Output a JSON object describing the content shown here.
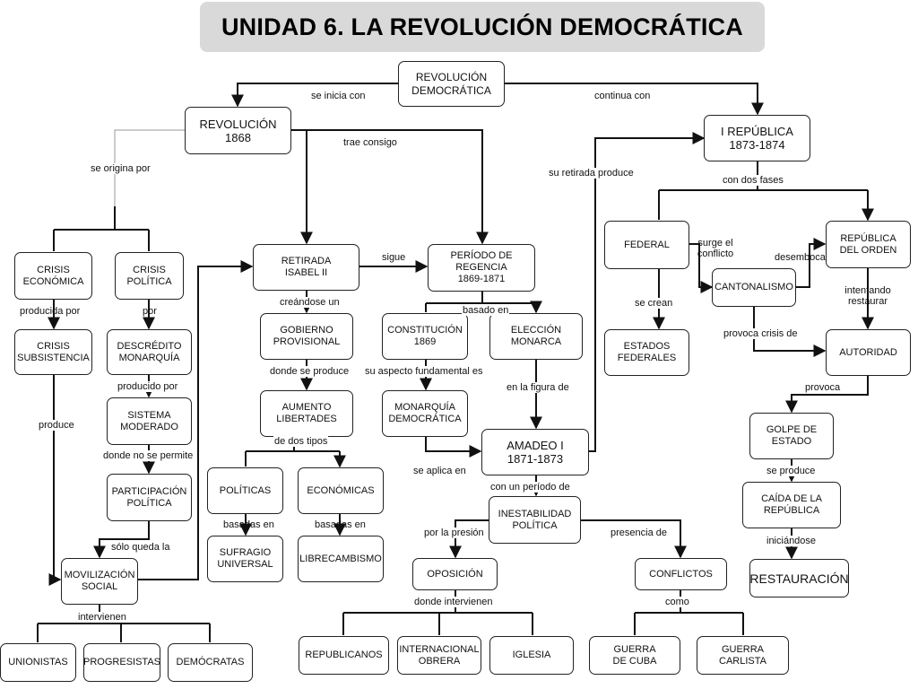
{
  "title": "UNIDAD 6. LA REVOLUCIÓN DEMOCRÁTICA",
  "nodes": {
    "revolucion_democratica": "REVOLUCIÓN\nDEMOCRÁTICA",
    "revolucion_1868": "REVOLUCIÓN\n1868",
    "i_republica": "I REPÚBLICA\n1873-1874",
    "crisis_economica": "CRISIS\nECONÓMICA",
    "crisis_politica": "CRISIS\nPOLÍTICA",
    "crisis_subsistencia": "CRISIS\nSUBSISTENCIA",
    "descredito_monarquia": "DESCRÉDITO\nMONARQUÍA",
    "sistema_moderado": "SISTEMA\nMODERADO",
    "participacion_politica": "PARTICIPACIÓN\nPOLÍTICA",
    "movilizacion_social": "MOVILIZACIÓN\nSOCIAL",
    "unionistas": "UNIONISTAS",
    "progresistas": "PROGRESISTAS",
    "democratas": "DEMÓCRATAS",
    "retirada_isabel": "RETIRADA\nISABEL II",
    "gobierno_provisional": "GOBIERNO\nPROVISIONAL",
    "aumento_libertades": "AUMENTO\nLIBERTADES",
    "politicas": "POLÍTICAS",
    "economicas": "ECONÓMICAS",
    "sufragio_universal": "SUFRAGIO\nUNIVERSAL",
    "librecambismo": "LIBRECAMBISMO",
    "periodo_regencia": "PERÍODO DE\nREGENCIA\n1869-1871",
    "constitucion_1869": "CONSTITUCIÓN\n1869",
    "eleccion_monarca": "ELECCIÓN\nMONARCA",
    "monarquia_democratica": "MONARQUÍA\nDEMOCRÁTICA",
    "amadeo_i": "AMADEO I\n1871-1873",
    "inestabilidad_politica": "INESTABILIDAD\nPOLÍTICA",
    "oposicion": "OPOSICIÓN",
    "conflictos": "CONFLICTOS",
    "republicanos": "REPUBLICANOS",
    "internacional_obrera": "INTERNACIONAL\nOBRERA",
    "iglesia": "IGLESIA",
    "guerra_cuba": "GUERRA\nDE CUBA",
    "guerra_carlista": "GUERRA\nCARLISTA",
    "federal": "FEDERAL",
    "cantonalismo": "CANTONALISMO",
    "republica_orden": "REPÚBLICA\nDEL ORDEN",
    "estados_federales": "ESTADOS\nFEDERALES",
    "autoridad": "AUTORIDAD",
    "golpe_estado": "GOLPE DE\nESTADO",
    "caida_republica": "CAÍDA DE LA\nREPÚBLICA",
    "restauracion": "RESTAURACIÓN"
  },
  "links": {
    "se_inicia_con": "se inicia con",
    "continua_con": "continua con",
    "trae_consigo": "trae consigo",
    "se_origina_por": "se origina por",
    "su_retirada_produce": "su retirada produce",
    "con_dos_fases": "con dos fases",
    "producida_por": "producida por",
    "por": "por",
    "producido_por": "producido por",
    "produce": "produce",
    "donde_no_se_permite": "donde no se permite",
    "solo_queda_la": "sólo queda la",
    "intervienen": "intervienen",
    "sigue": "sigue",
    "creandose_un": "creándose un",
    "donde_se_produce": "donde se produce",
    "de_dos_tipos": "de dos tipos",
    "basadas_en_1": "basadas en",
    "basadas_en_2": "basadas en",
    "basado_en": "basado en",
    "su_aspecto_fundamental_es": "su aspecto fundamental es",
    "en_la_figura_de": "en la figura de",
    "se_aplica_en": "se aplica en",
    "con_un_periodo_de": "con un período de",
    "por_la_presion": "por la presión",
    "presencia_de": "presencia de",
    "donde_intervienen": "donde intervienen",
    "como": "como",
    "surge_el_conflicto": "surge el\nconflicto",
    "desemboca": "desemboca",
    "se_crean": "se crean",
    "intentando_restaurar": "intentando\nrestaurar",
    "provoca_crisis_de": "provoca crisis de",
    "provoca": "provoca",
    "se_produce": "se produce",
    "iniciandose": "iniciándose"
  }
}
